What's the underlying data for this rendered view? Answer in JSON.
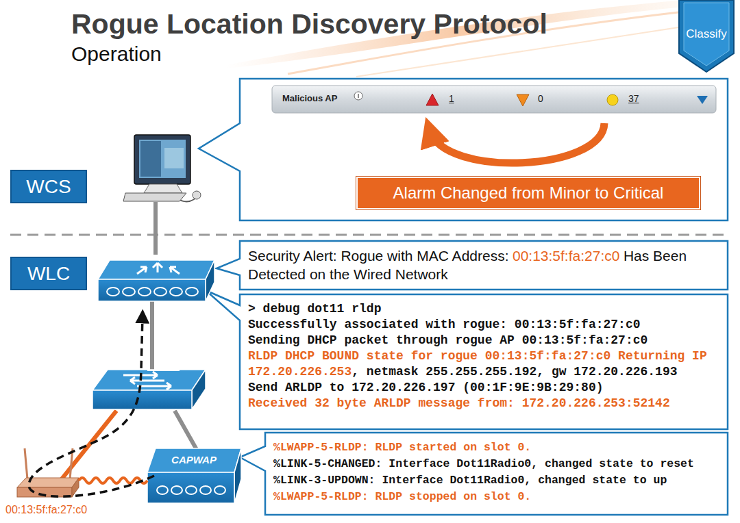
{
  "diagram": {
    "title": "Rogue Location Discovery Protocol",
    "nodes": [
      {
        "text": [
          "Classify"
        ]
      },
      {
        "text": [
          "WCS"
        ]
      },
      {
        "text": [
          "WLC"
        ]
      },
      {
        "text": [
          "Malicious AP",
          "1",
          "0",
          "37"
        ]
      },
      {
        "text": [
          "Alarm Changed from Minor to Critical"
        ]
      },
      {
        "text": [
          "Security Alert: Rogue with MAC Address:",
          "00:13:5f:fa:27:c0",
          "Has Been Detected on the Wired Network"
        ]
      },
      {
        "text": [
          "> debug dot11 rldp",
          "Successfully associated with rogue: 00:13:5f:fa:27:c0",
          "Sending DHCP packet through rogue AP 00:13:5f:fa:27:c0",
          "RLDP DHCP BOUND state for rogue 00:13:5f:fa:27:c0 Returning IP 172.20.226.253",
          ", netmask 255.255.255.192, gw 172.20.226.193",
          "Send ARLDP to 172.20.226.197 (00:1F:9E:9B:29:80)",
          "Received 32 byte ARLDP message from: 172.20.226.253:52142"
        ]
      },
      {
        "text": [
          "CAPWAP"
        ]
      },
      {
        "text": [
          "%LWAPP-5-RLDP: RLDP started on slot 0.",
          "%LINK-5-CHANGED: Interface Dot11Radio0, changed state to reset",
          "%LINK-3-UPDOWN: Interface Dot11Radio0, changed state to up",
          "%LWAPP-5-RLDP: RLDP stopped on slot 0."
        ]
      },
      {
        "text": [
          "00:13:5f:fa:27:c0"
        ]
      }
    ],
    "labels": [
      "Operation"
    ]
  }
}
